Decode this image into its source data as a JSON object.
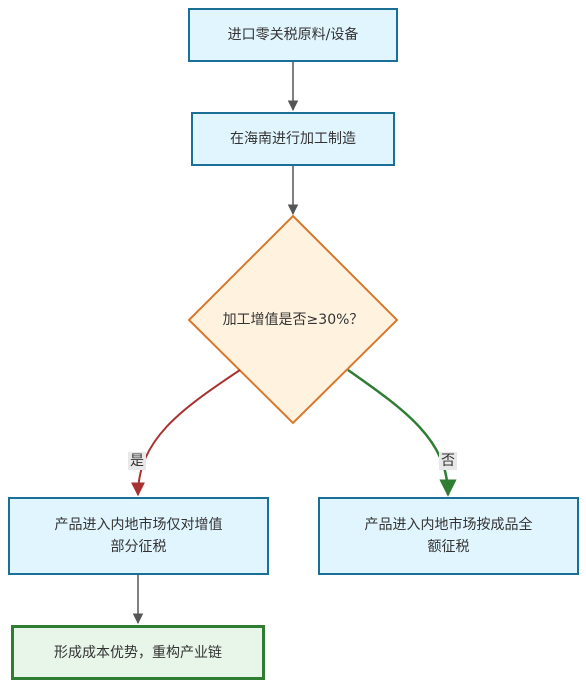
{
  "nodes": {
    "import": "进口零关税原料/设备",
    "process": "在海南进行加工制造",
    "decision": "加工增值是否≥30%？",
    "yes_outcome_line1": "产品进入内地市场仅对增值",
    "yes_outcome_line2": "部分征税",
    "no_outcome_line1": "产品进入内地市场按成品全",
    "no_outcome_line2": "额征税",
    "result": "形成成本优势，重构产业链"
  },
  "edges": {
    "yes_label": "是",
    "no_label": "否"
  },
  "colors": {
    "process_fill": "#e1f5fe",
    "process_border": "#1a6f96",
    "decision_fill": "#fff3e0",
    "decision_border": "#d9782c",
    "terminal_fill": "#e8f5e9",
    "terminal_border": "#2e7d32",
    "yes_edge": "#a83232",
    "no_edge": "#2e7d32",
    "neutral_edge": "#555555"
  }
}
